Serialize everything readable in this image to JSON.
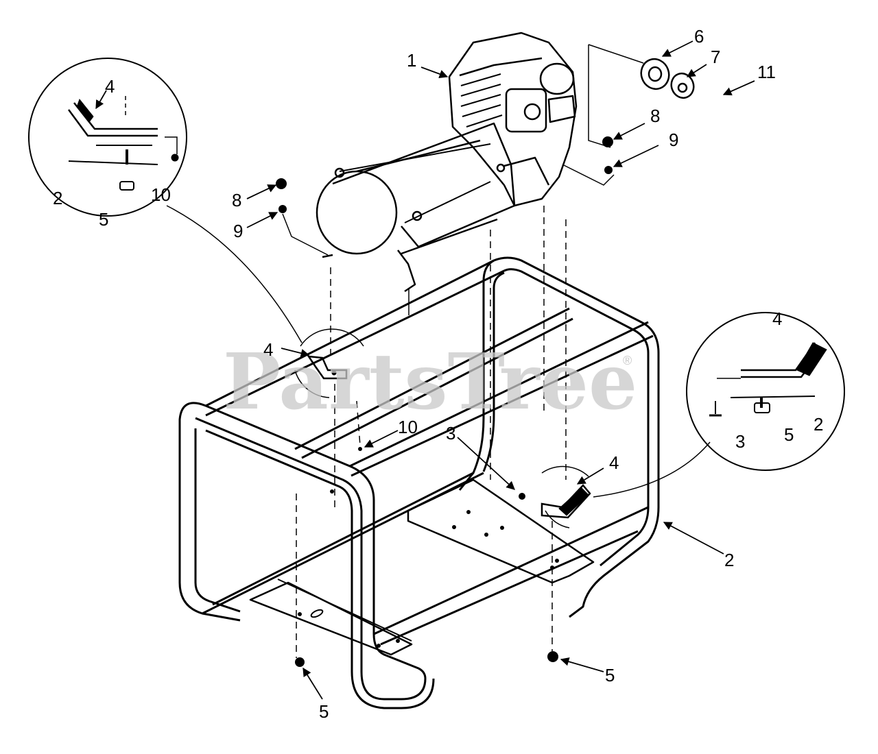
{
  "watermark": {
    "text": "PartsTree",
    "registered_mark": "®"
  },
  "callouts": {
    "engine": "1",
    "frame": "2",
    "detail_left_2": "2",
    "detail_right_2": "2",
    "bolt_frame": "3",
    "detail_right_3": "3",
    "detail_left_4": "4",
    "detail_right_4": "4",
    "foot_left_4": "4",
    "foot_right_4": "4",
    "detail_left_5": "5",
    "detail_right_5": "5",
    "nut_front": "5",
    "nut_right": "5",
    "muffler_6": "6",
    "muffler_7": "7",
    "muffler_11": "11",
    "washer_8_left": "8",
    "washer_8_right": "8",
    "screw_9_left": "9",
    "screw_9_right": "9",
    "detail_left_10": "10",
    "screw_10_frame": "10"
  }
}
